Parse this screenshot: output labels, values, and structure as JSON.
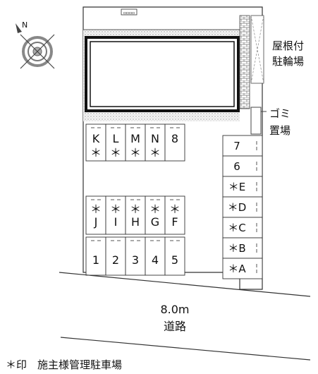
{
  "building": {
    "marker": "▫▫▫▫"
  },
  "bicycle_parking": {
    "line1": "屋根付",
    "line2": "駐輪場"
  },
  "garbage": {
    "line1": "ゴミ",
    "line2": "置場"
  },
  "road": {
    "width": "8.0m",
    "name": "道路"
  },
  "legend": "＊印　施主様管理駐車場",
  "parking": {
    "top_row": [
      {
        "code": "K",
        "mark": "＊"
      },
      {
        "code": "L",
        "mark": "＊"
      },
      {
        "code": "M",
        "mark": "＊"
      },
      {
        "code": "N",
        "mark": "＊"
      },
      {
        "code": "8",
        "mark": ""
      }
    ],
    "middle_row": [
      {
        "code": "J",
        "mark": "＊"
      },
      {
        "code": "I",
        "mark": "＊"
      },
      {
        "code": "H",
        "mark": "＊"
      },
      {
        "code": "G",
        "mark": "＊"
      },
      {
        "code": "F",
        "mark": "＊"
      }
    ],
    "bottom_row": [
      {
        "code": "1"
      },
      {
        "code": "2"
      },
      {
        "code": "3"
      },
      {
        "code": "4"
      },
      {
        "code": "5"
      }
    ],
    "right_column": [
      {
        "label": "7"
      },
      {
        "label": "6"
      },
      {
        "label": "＊E"
      },
      {
        "label": "＊D"
      },
      {
        "label": "＊C"
      },
      {
        "label": "＊B"
      },
      {
        "label": "＊A"
      }
    ]
  },
  "colors": {
    "line": "#222222",
    "hatch": "#d8d8d8",
    "fill": "#f2f2f2",
    "dots": "#bdbdbd"
  }
}
